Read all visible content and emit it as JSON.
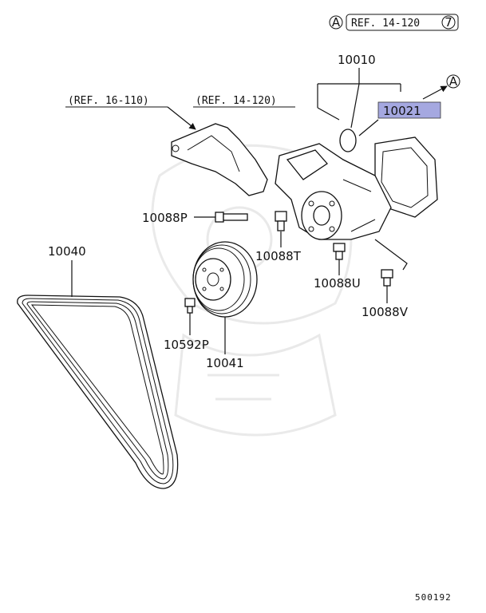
{
  "header": {
    "anchor_letter": "A",
    "ref_text": "REF. 14-120",
    "ref_sheet": "7"
  },
  "refs": {
    "bracket_ref": "(REF. 16-110)",
    "pump_ref": "(REF. 14-120)"
  },
  "callout": {
    "letter": "A",
    "highlight_color": "#a5a8e0"
  },
  "parts": {
    "p10010": "10010",
    "p10021": "10021",
    "p10088P": "10088P",
    "p10088T": "10088T",
    "p10088U": "10088U",
    "p10088V": "10088V",
    "p10040": "10040",
    "p10592P": "10592P",
    "p10041": "10041"
  },
  "footer": {
    "figure_number": "500192"
  }
}
